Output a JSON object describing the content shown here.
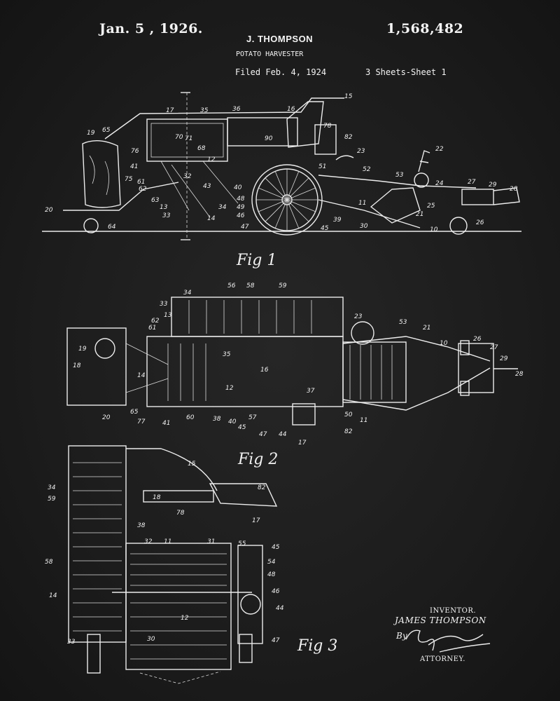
{
  "header": {
    "date": "Jan. 5 , 1926.",
    "patent_number": "1,568,482",
    "inventor_name": "J. THOMPSON",
    "title": "POTATO HARVESTER",
    "filed": "Filed Feb. 4, 1924",
    "sheets": "3 Sheets-Sheet 1"
  },
  "figures": {
    "fig1_label": "Fig 1",
    "fig2_label": "Fig 2",
    "fig3_label": "Fig 3"
  },
  "fig1_refs": [
    "19",
    "65",
    "17",
    "35",
    "36",
    "16",
    "15",
    "76",
    "82",
    "23",
    "22",
    "41",
    "70",
    "71",
    "68",
    "12",
    "90",
    "51",
    "52",
    "53",
    "24",
    "29",
    "28",
    "75",
    "61",
    "62",
    "32",
    "43",
    "40",
    "48",
    "11",
    "25",
    "27",
    "26",
    "20",
    "64",
    "63",
    "13",
    "33",
    "34",
    "14",
    "46",
    "49",
    "30",
    "10",
    "47",
    "45",
    "39",
    "21",
    "78"
  ],
  "fig2_refs": [
    "56",
    "58",
    "59",
    "33",
    "34",
    "13",
    "61",
    "62",
    "19",
    "18",
    "14",
    "35",
    "16",
    "12",
    "37",
    "23",
    "53",
    "21",
    "10",
    "26",
    "27",
    "29",
    "28",
    "20",
    "77",
    "41",
    "60",
    "38",
    "40",
    "45",
    "57",
    "47",
    "44",
    "17",
    "50",
    "82",
    "11",
    "65"
  ],
  "fig3_refs": [
    "17",
    "15",
    "34",
    "59",
    "18",
    "82",
    "78",
    "38",
    "32",
    "11",
    "31",
    "55",
    "45",
    "58",
    "54",
    "14",
    "48",
    "46",
    "44",
    "33",
    "30",
    "47",
    "12"
  ],
  "signature": {
    "inventor_label": "INVENTOR.",
    "inventor_name": "JAMES THOMPSON",
    "by": "By",
    "attorney_label": "ATTORNEY."
  },
  "colors": {
    "background": "#1b1b1b",
    "ink": "#ececec"
  }
}
